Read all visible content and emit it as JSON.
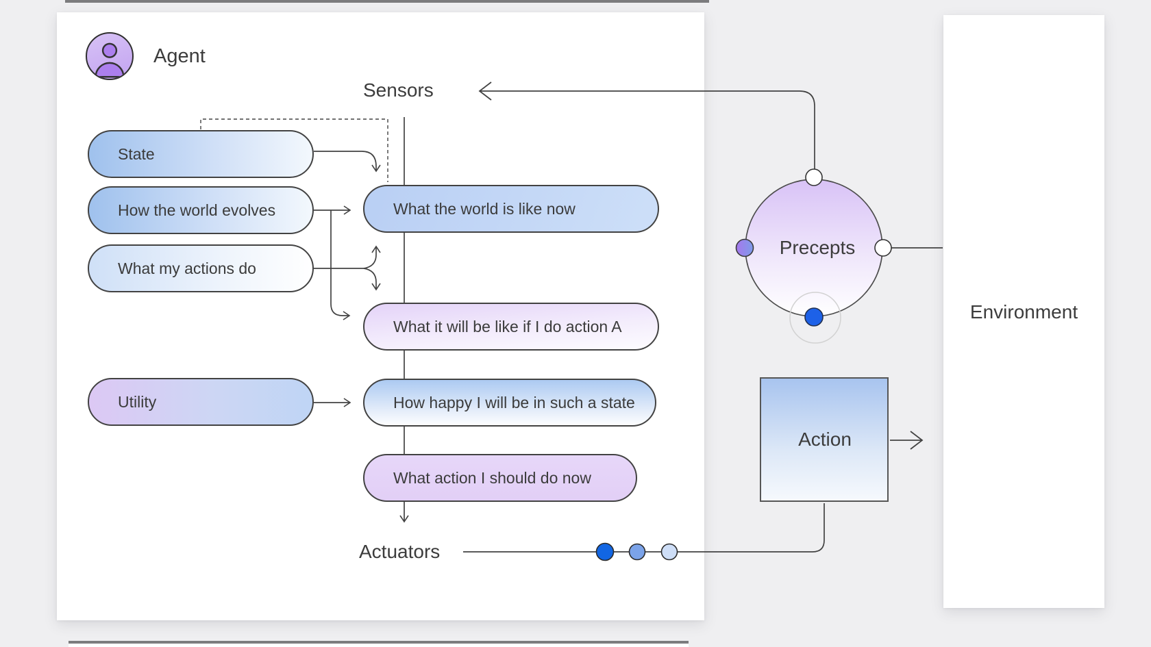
{
  "panels": {
    "agent": {
      "title": "Agent"
    },
    "environment": {
      "title": "Environment"
    }
  },
  "io_labels": {
    "sensors": "Sensors",
    "actuators": "Actuators"
  },
  "hub": {
    "precepts": "Precepts",
    "action": "Action"
  },
  "nodes": {
    "state": "State",
    "how_world_evolves": "How the world evolves",
    "what_actions_do": "What my actions do",
    "utility": "Utility",
    "world_now": "What the world is like now",
    "world_if_action": "What it will be like if I do action A",
    "happiness": "How happy I will be in such a state",
    "action_decision": "What action I should do now"
  },
  "colors": {
    "actuator_dot_1": "#1266e3",
    "actuator_dot_2": "#7ba3e9",
    "actuator_dot_3": "#cedef7",
    "percept_dot_bottom": "#1d61e8",
    "percept_dot_top": "#ffffff",
    "percept_dot_right": "#ffffff",
    "node_blue": "#9fc1ed",
    "node_purple": "#e5d4f8",
    "outline": "#424242"
  }
}
